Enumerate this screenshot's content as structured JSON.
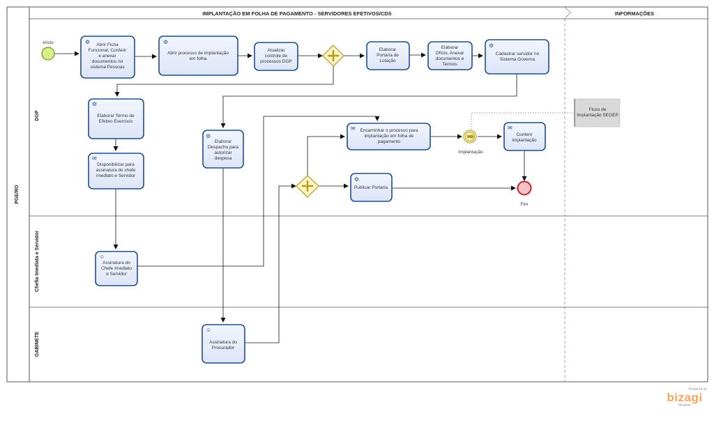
{
  "pool": {
    "name": "PGE/RO",
    "title": "IMPLANTAÇÃO EM FOLHA DE PAGAMENTO - SERVIDORES EFETIVOS/CDS",
    "info_title": "INFORMAÇÕES"
  },
  "lanes": {
    "dgp": "DGP",
    "chefia": "Chefia Imediata e Servidor",
    "gabinete": "GABINETE"
  },
  "events": {
    "start": "Início",
    "intermediate": "Implantação",
    "end": "Fim"
  },
  "tasks": {
    "t1": [
      "Abrir Ficha",
      "Funcional, Conferir",
      "e anexar",
      "documentos no",
      "sistema Pessoas"
    ],
    "t2": [
      "Abrir processo de implantação",
      "em folha"
    ],
    "t3": [
      "Atualizar",
      "controle de",
      "processos DGP"
    ],
    "t4": [
      "Elaborar",
      "Portaria de",
      "Lotação"
    ],
    "t5": [
      "Elaborar",
      "Ofício, Anexar",
      "documentos e",
      "Termos"
    ],
    "t6": [
      "Cadastrar servidor no",
      "Sistema Governa"
    ],
    "t7": [
      "Elaborar Termo de",
      "Efetivo Exercício"
    ],
    "t8": [
      "Disponibilizar para",
      "assinatura do chefe",
      "imediato e Servidor"
    ],
    "t9": [
      "Elaborar",
      "Despacho para",
      "autorizar",
      "despesa"
    ],
    "t10": [
      "Encaminhar o processo para",
      "implantação em folha de",
      "pagamento"
    ],
    "t11": [
      "Conferir",
      "implantação"
    ],
    "t12": [
      "Publicar Portaria"
    ],
    "t13": [
      "Assinatura do",
      "Chefe Imediato",
      "e Servidor"
    ],
    "t14": [
      "Assinatura do",
      "Procurador"
    ]
  },
  "annotation": [
    "Fluxo de",
    "Implantação SEGEP"
  ],
  "branding": {
    "powered": "Powered by",
    "name": "bizagi",
    "product": "Modeler"
  },
  "colors": {
    "task_fill": "#e8edfb",
    "task_stroke": "#1f4e8c",
    "gateway_fill": "#fdf6c4",
    "gateway_stroke": "#b59a1c",
    "start_fill": "#d8f08a",
    "start_stroke": "#6b8e23",
    "end_fill": "#f6c2c2",
    "end_stroke": "#c0262c",
    "annotation_fill": "#d9d9d9"
  }
}
